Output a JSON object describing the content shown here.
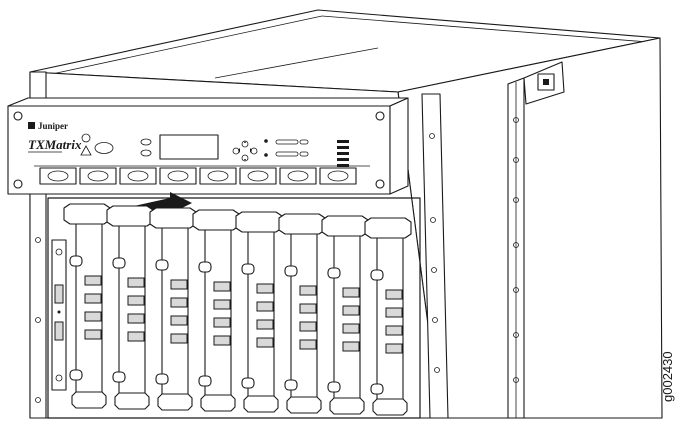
{
  "figure": {
    "id_label": "g002430"
  },
  "craft_panel": {
    "brand_text": "Juniper",
    "model_text": "TXMatrix"
  },
  "chassis": {
    "line_card_count": 8,
    "panel_port_count": 8,
    "arrow_direction": "right"
  },
  "colors": {
    "line": "#1a1a1a",
    "background": "#ffffff",
    "port_fill": "#d9d9d9"
  },
  "icons": {
    "arrow": "arrow-right-icon",
    "screw": "screw-icon",
    "port": "port-icon"
  }
}
